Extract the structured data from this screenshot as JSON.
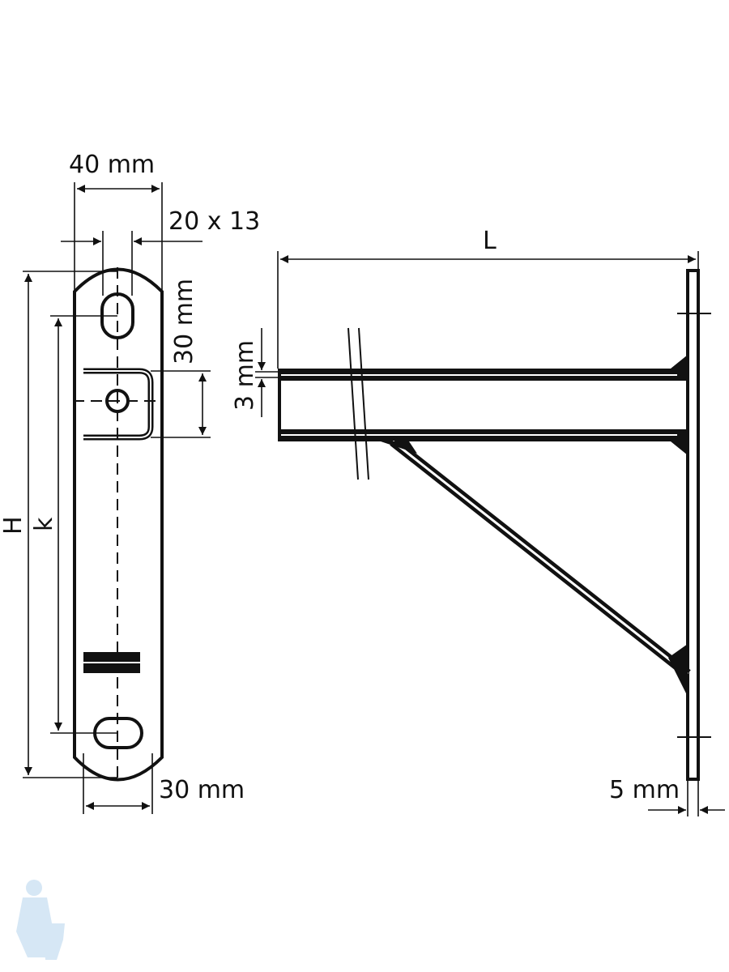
{
  "front_view": {
    "width_label": "40 mm",
    "slot_label": "20 x 13",
    "offset_label": "30 mm",
    "bottom_width_label": "30 mm",
    "height_label": "H",
    "hole_spacing_label": "k"
  },
  "side_view": {
    "length_label": "L",
    "thickness_label": "3 mm",
    "plate_thickness_label": "5 mm"
  },
  "colors": {
    "line": "#111111",
    "watermark": "#cfe3f3"
  }
}
